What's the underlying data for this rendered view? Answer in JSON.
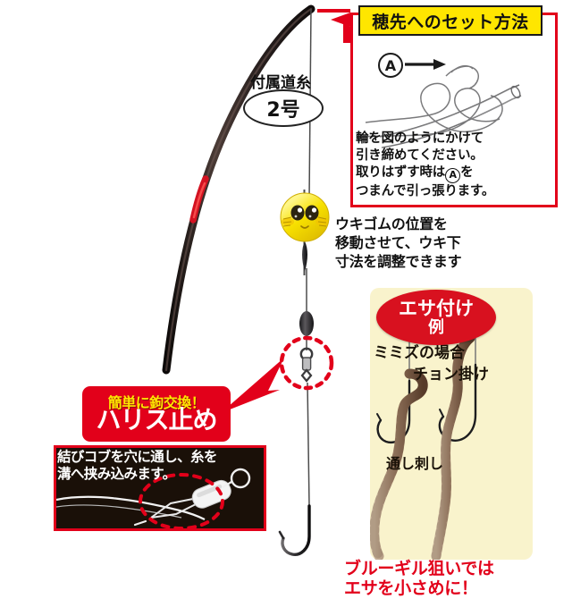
{
  "document": {
    "title": "釣り仕掛けセット 説明図",
    "language": "ja"
  },
  "colors": {
    "red": "#e2001a",
    "badge_red": "#d8111f",
    "yellow": "#ffe600",
    "cream": "#f9f3cc",
    "dark_panel": "#1a1008",
    "float_yellow": "#f5e100",
    "worm_brown": "#7a5a42",
    "rod_dark": "#231a16"
  },
  "rod": {
    "line_label": "付属道糸",
    "line_size": "2号"
  },
  "tip_panel": {
    "banner": "穂先へのセット方法",
    "marker": "A",
    "instructions": [
      "輪を図のようにかけて",
      "引き締めてください。",
      "取りはずす時は",
      "つまんで引っ張ります。"
    ],
    "line3_prefix": "取りはずす時は",
    "line3_suffix": "を",
    "line4": "つまんで引っ張ります。"
  },
  "float_note": {
    "lines": [
      "ウキゴムの位置を",
      "移動させて、ウキ下",
      "寸法を調整できます"
    ]
  },
  "bait_panel": {
    "badge_line1": "エサ付け",
    "badge_line2": "例",
    "subject": "ミミズの場合",
    "method_top": "チョン掛け",
    "method_bottom": "通し刺し"
  },
  "bluegill_note": {
    "lines": [
      "ブルーギル狙いでは",
      "エサを小さめに！"
    ]
  },
  "harisu_panel": {
    "banner_top": "簡単に鉤交換！",
    "banner_main": "ハリス止め",
    "description": [
      "結びコブを穴に通し、糸を",
      "溝へ挟み込みます。"
    ]
  },
  "icons": {
    "float": "fishing-float-icon",
    "sinker": "sinker-icon",
    "hook": "fishing-hook-icon",
    "swivel": "hook-holder-icon",
    "worm": "earthworm-icon",
    "arrow": "arrow-right-icon"
  }
}
